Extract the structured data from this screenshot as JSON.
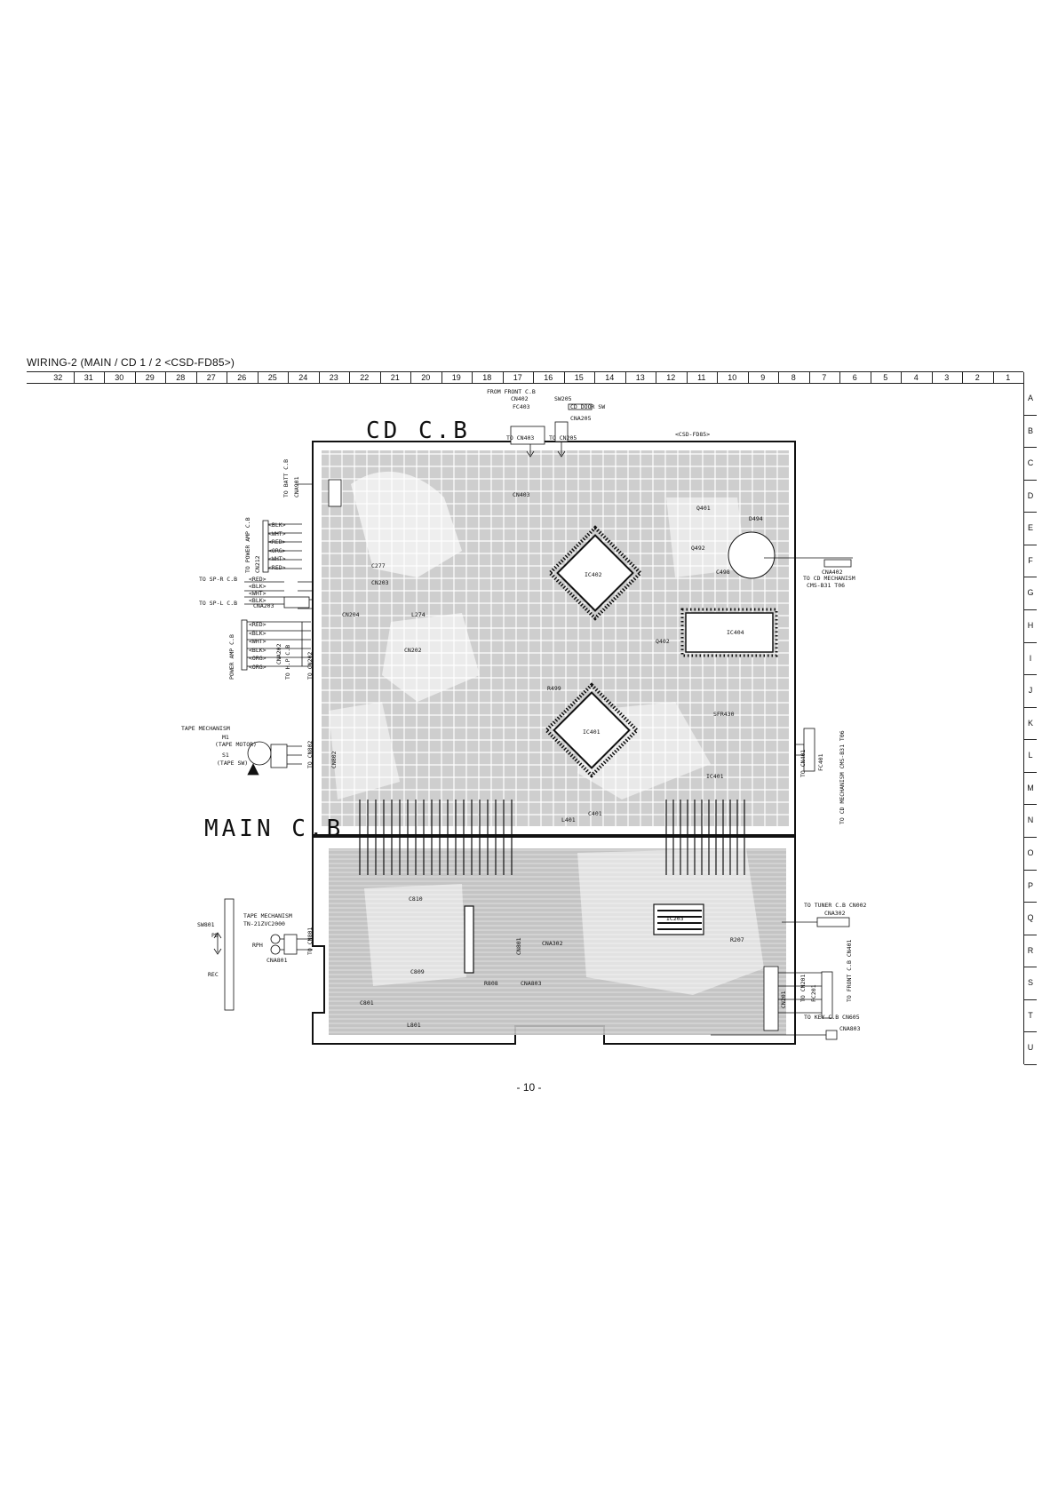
{
  "title": "WIRING-2 (MAIN / CD 1 / 2 <CSD-FD85>)",
  "columns": [
    "32",
    "31",
    "30",
    "29",
    "28",
    "27",
    "26",
    "25",
    "24",
    "23",
    "22",
    "21",
    "20",
    "19",
    "18",
    "17",
    "16",
    "15",
    "14",
    "13",
    "12",
    "11",
    "10",
    "9",
    "8",
    "7",
    "6",
    "5",
    "4",
    "3",
    "2",
    "1"
  ],
  "rows": [
    "A",
    "B",
    "C",
    "D",
    "E",
    "F",
    "G",
    "H",
    "I",
    "J",
    "K",
    "L",
    "M",
    "N",
    "O",
    "P",
    "Q",
    "R",
    "S",
    "T",
    "U"
  ],
  "boards": {
    "cd": "CD C.B",
    "main": "MAIN C.B"
  },
  "model_tag": "<CSD-FD85>",
  "labels": {
    "from_front": "FROM FRONT C.B",
    "cn402": "CN402",
    "fc403": "FC403",
    "sw205": "SW205",
    "cd_door_sw": "CD DOOR SW",
    "cna205": "CNA205",
    "to_cn403": "TO CN403",
    "to_cn205": "TO CN205",
    "to_batt": "TO BATT C.B",
    "cna901": "CNA901",
    "to_power_amp": "TO POWER AMP C.B",
    "cn212": "CN212",
    "to_spr": "TO SP-R C.B",
    "to_spl": "TO SP-L C.B",
    "cna203": "CNA203",
    "power_amp2": "POWER AMP C.B",
    "to_hp": "TO H.P C.B",
    "cna202": "CNA202",
    "to_cn202": "TO CN202",
    "tape_mech": "TAPE MECHANISM",
    "m1": "M1",
    "tape_motor": "(TAPE MOTOR)",
    "s1": "S1",
    "tape_sw": "(TAPE SW)",
    "to_cn802": "TO CN802",
    "cna402": "CNA402",
    "to_cd_mech": "TO CD MECHANISM",
    "cms": "CMS-B31 T06",
    "to_cn401": "TO CN401",
    "fc401": "FC401",
    "to_cd_mech2": "TO CD MECHANISM CMS-B31 T06",
    "sw801": "SW801",
    "pb": "PB",
    "rec": "REC",
    "tape_mech2": "TAPE MECHANISM",
    "tn": "TN-21ZVC2000",
    "rph": "RPH",
    "to_cn801": "TO CN801",
    "cna801": "CNA801",
    "to_tuner": "TO TUNER C.B CN002",
    "cna302": "CNA302",
    "to_cn201": "TO CN201",
    "fc201": "FC201",
    "to_front_cn401": "TO FRONT C.B CN401",
    "to_key": "TO KEY C.B CN605",
    "cna803": "CNA803",
    "ic402": "IC402",
    "ic401": "IC401",
    "ic404": "IC404",
    "ic203": "IC203",
    "ic401s": "IC401",
    "l274": "L274",
    "c277": "C277",
    "cn203": "CN203",
    "cn204": "CN204",
    "cn202": "CN202",
    "cn403": "CN403",
    "r207": "R207",
    "r808": "R808",
    "l801": "L801",
    "c809": "C809",
    "c810": "C810",
    "cn201": "CN201",
    "cna302b": "CNA302",
    "cna803b": "CNA803",
    "l401": "L401",
    "c401": "C401",
    "r499": "R499",
    "sfr430": "SFR430",
    "q402": "Q402",
    "q401": "Q401",
    "d494": "D494",
    "q492": "Q492",
    "c498": "C498",
    "cn801": "CN801",
    "cn802": "CN802",
    "c801": "C801",
    "c801b": "C801"
  },
  "wire_colors_cn212": [
    "BLK",
    "WHT",
    "RED",
    "ORG",
    "WHT",
    "RED"
  ],
  "wire_colors_spr": [
    "RED",
    "BLK"
  ],
  "wire_colors_spl": [
    "WHT",
    "BLK"
  ],
  "wire_colors_cna202": [
    "RED",
    "BLK",
    "WHT",
    "BLK",
    "ORG",
    "ORG"
  ],
  "page_number": "- 10 -"
}
